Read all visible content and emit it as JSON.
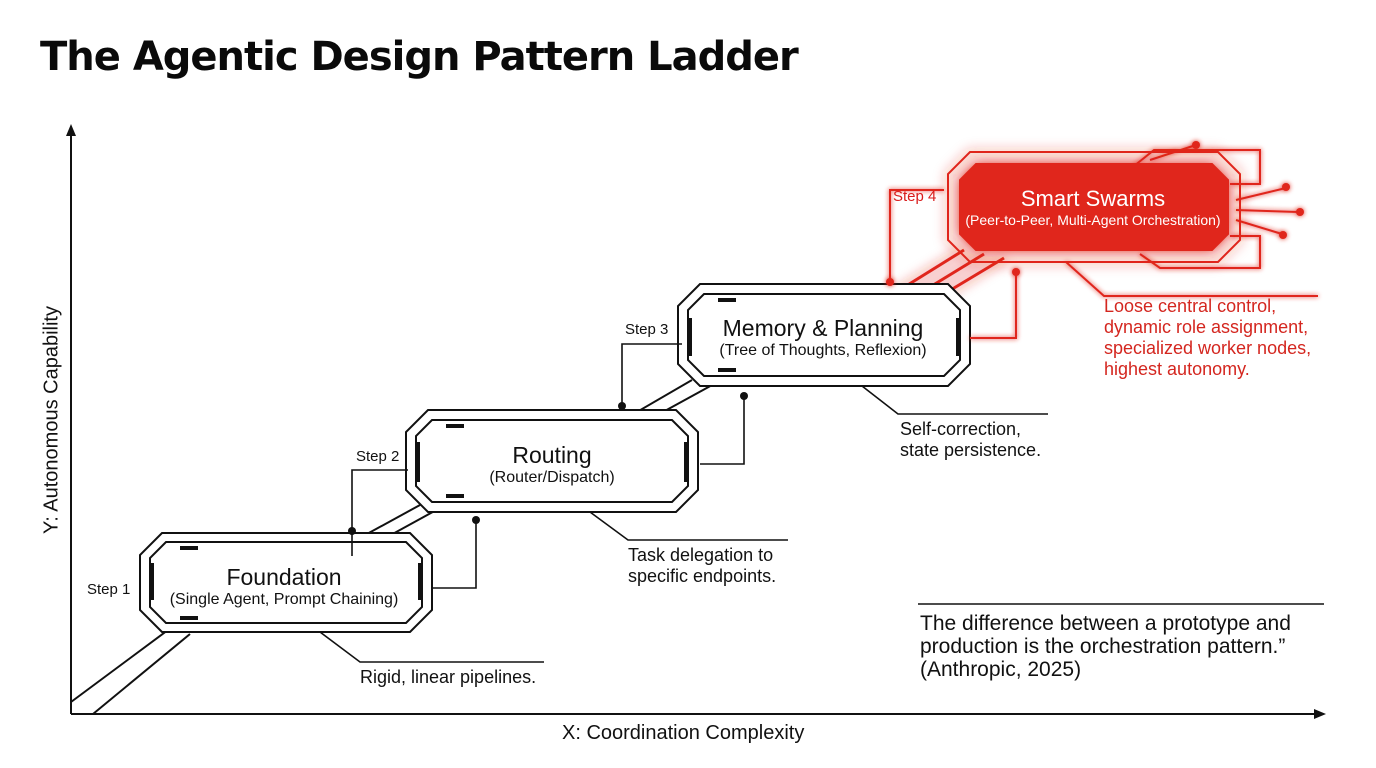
{
  "title": "The Agentic Design Pattern Ladder",
  "axes": {
    "x_label": "X: Coordination Complexity",
    "y_label": "Y: Autonomous Capability"
  },
  "steps": [
    {
      "step_label": "Step 1",
      "title": "Foundation",
      "subtitle": "(Single Agent, Prompt Chaining)",
      "note_lines": [
        "Rigid, linear pipelines."
      ]
    },
    {
      "step_label": "Step 2",
      "title": "Routing",
      "subtitle": "(Router/Dispatch)",
      "note_lines": [
        "Task delegation to",
        "specific endpoints."
      ]
    },
    {
      "step_label": "Step 3",
      "title": "Memory & Planning",
      "subtitle": "(Tree of Thoughts, Reflexion)",
      "note_lines": [
        "Self-correction,",
        "state persistence."
      ]
    },
    {
      "step_label": "Step 4",
      "title": "Smart Swarms",
      "subtitle": "(Peer-to-Peer, Multi-Agent Orchestration)",
      "note_lines": [
        "Loose central control,",
        "dynamic role assignment,",
        "specialized worker nodes,",
        "highest autonomy."
      ]
    }
  ],
  "quote": {
    "lines": [
      "The difference between a prototype and",
      "production is the orchestration pattern.”",
      "(Anthropic, 2025)"
    ]
  },
  "colors": {
    "accent": "#e0261e",
    "ink": "#111111",
    "background": "#ffffff"
  }
}
